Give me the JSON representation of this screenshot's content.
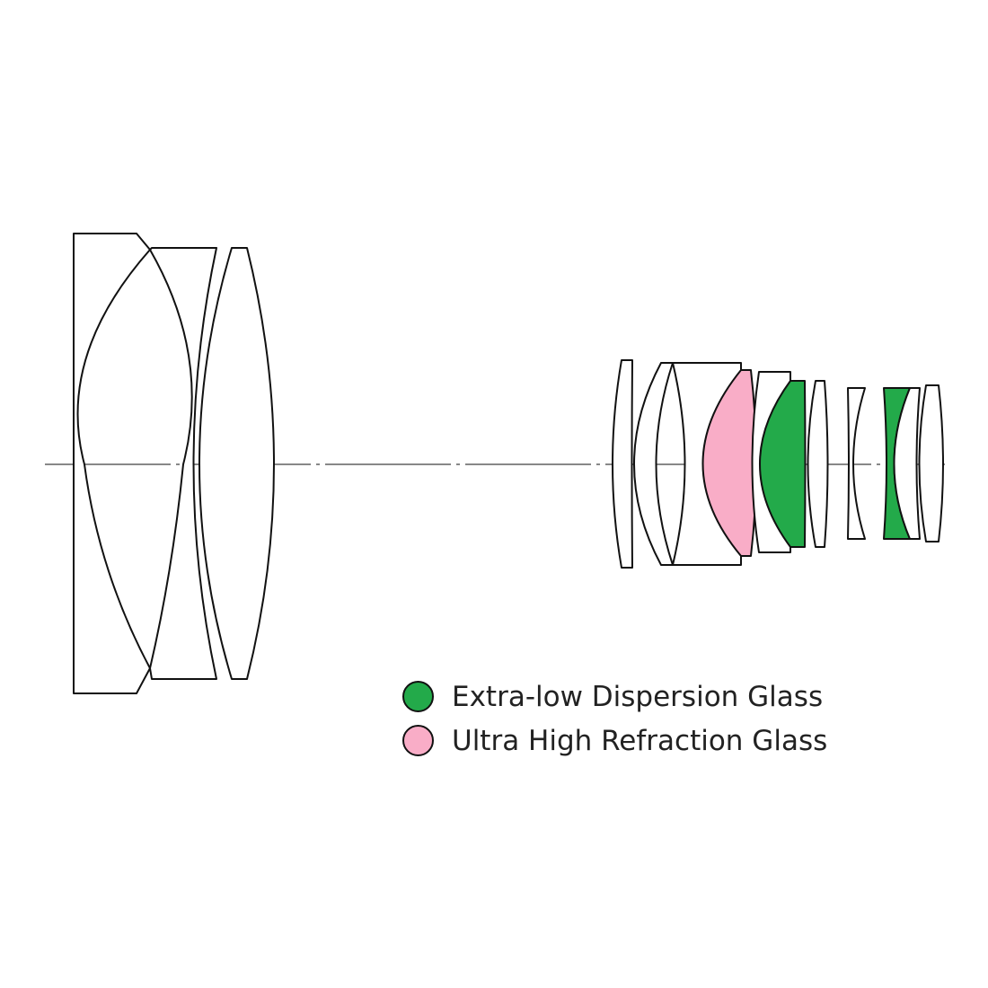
{
  "colors": {
    "ed_glass": "#23aa4a",
    "uhr_glass": "#f9adc7",
    "outline": "#111111",
    "background": "#ffffff"
  },
  "legend": {
    "items": [
      {
        "label": "Extra-low Dispersion Glass",
        "color_key": "ed_glass"
      },
      {
        "label": "Ultra High Refraction Glass",
        "color_key": "uhr_glass"
      }
    ]
  }
}
